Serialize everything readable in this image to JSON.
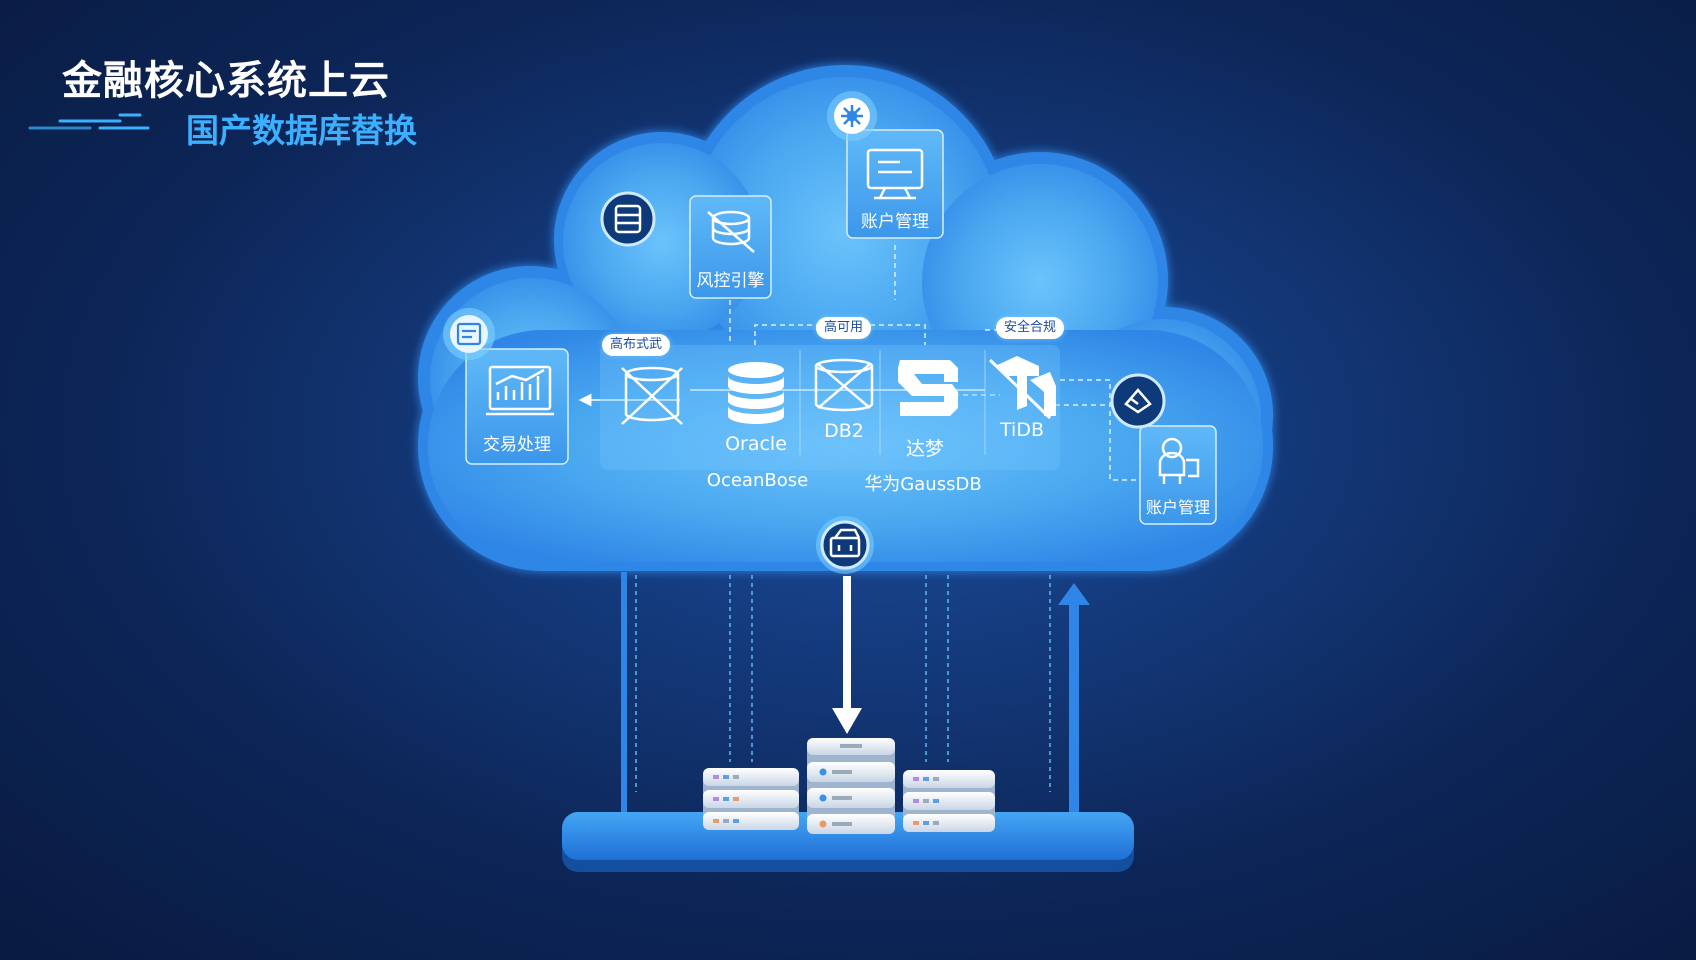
{
  "header": {
    "title": "金融核心系统上云",
    "subtitle": "国产数据库替换"
  },
  "modules": {
    "risk": "风控引擎",
    "account_top": "账户管理",
    "trade": "交易处理",
    "account_right": "账户管理"
  },
  "tags": {
    "distributed": "高布式武",
    "high_availability": "高可用",
    "security": "安全合规"
  },
  "databases": {
    "oracle": "Oracle",
    "db2": "DB2",
    "dameng": "达梦",
    "tidb": "TiDB",
    "oceanbase": "OceanBose",
    "gauss": "华为GaussDB"
  },
  "colors": {
    "cloud_fill": "#4aa8f0",
    "cloud_edge": "#2f86e6",
    "accent": "#3cb0ff",
    "platform": "#2f8ae8"
  }
}
